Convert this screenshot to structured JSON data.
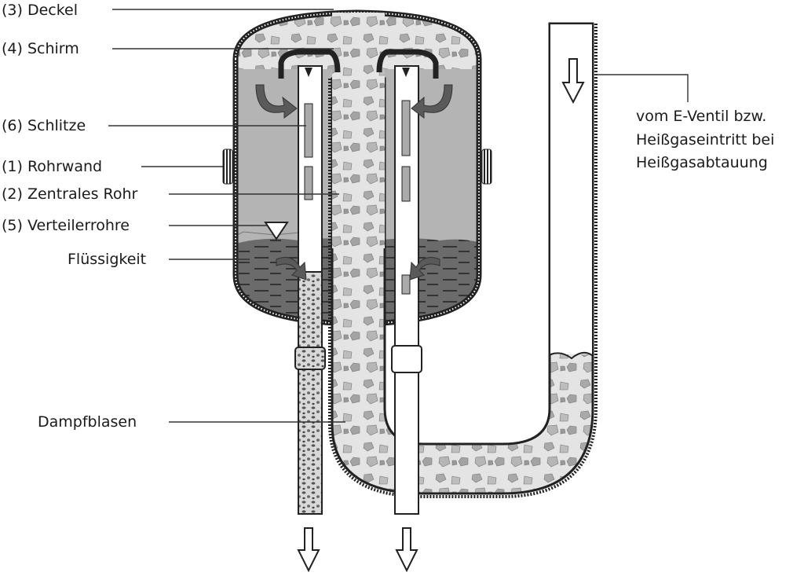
{
  "labels": {
    "deckel": "(3) Deckel",
    "schirm": "(4) Schirm",
    "schlitze": "(6) Schlitze",
    "rohrwand": "(1) Rohrwand",
    "zentrales_rohr": "(2) Zentrales Rohr",
    "verteilerrohre": "(5) Verteilerrohre",
    "fluessigkeit": "Flüssigkeit",
    "dampfblasen": "Dampfblasen"
  },
  "inlet_note": {
    "line1": "vom E-Ventil  bzw.",
    "line2": "Heißgaseintritt bei",
    "line3": "Heißgasabtauung"
  },
  "colors": {
    "vapor_gray": "#b4b4b4",
    "liquid_gray": "#6b6b6b",
    "foam_light": "#dcdcdc",
    "arrow_gray": "#5a5a5a"
  }
}
